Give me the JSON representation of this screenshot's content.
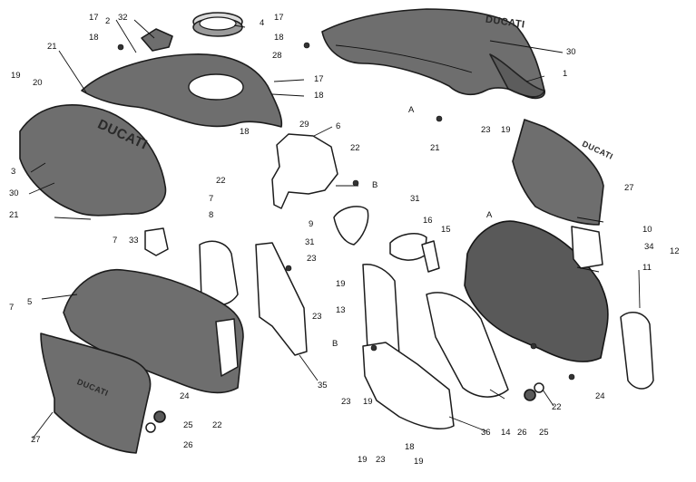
{
  "diagram": {
    "branding": {
      "logo_text": "DUCATI"
    },
    "callouts": [
      {
        "id": "c1",
        "text": "17"
      },
      {
        "id": "c2",
        "text": "2"
      },
      {
        "id": "c3",
        "text": "32"
      },
      {
        "id": "c4",
        "text": "18"
      },
      {
        "id": "c5",
        "text": "4"
      },
      {
        "id": "c6",
        "text": "17"
      },
      {
        "id": "c7",
        "text": "18"
      },
      {
        "id": "c8",
        "text": "30"
      },
      {
        "id": "c9",
        "text": "21"
      },
      {
        "id": "c10",
        "text": "28"
      },
      {
        "id": "c11",
        "text": "1"
      },
      {
        "id": "c12",
        "text": "19"
      },
      {
        "id": "c13",
        "text": "20"
      },
      {
        "id": "c14",
        "text": "17"
      },
      {
        "id": "c15",
        "text": "18"
      },
      {
        "id": "c16",
        "text": "A"
      },
      {
        "id": "c17",
        "text": "29"
      },
      {
        "id": "c18",
        "text": "6"
      },
      {
        "id": "c19",
        "text": "18"
      },
      {
        "id": "c20",
        "text": "23"
      },
      {
        "id": "c21",
        "text": "19"
      },
      {
        "id": "c22",
        "text": "21"
      },
      {
        "id": "c23",
        "text": "3"
      },
      {
        "id": "c24",
        "text": "22"
      },
      {
        "id": "c25",
        "text": "22"
      },
      {
        "id": "c26",
        "text": "B"
      },
      {
        "id": "c27",
        "text": "30"
      },
      {
        "id": "c28",
        "text": "27"
      },
      {
        "id": "c29",
        "text": "21"
      },
      {
        "id": "c30",
        "text": "7"
      },
      {
        "id": "c31",
        "text": "8"
      },
      {
        "id": "c32",
        "text": "31"
      },
      {
        "id": "c33",
        "text": "9"
      },
      {
        "id": "c34",
        "text": "A"
      },
      {
        "id": "c35",
        "text": "10"
      },
      {
        "id": "c36",
        "text": "7"
      },
      {
        "id": "c37",
        "text": "33"
      },
      {
        "id": "c38",
        "text": "31"
      },
      {
        "id": "c39",
        "text": "16"
      },
      {
        "id": "c40",
        "text": "15"
      },
      {
        "id": "c41",
        "text": "34"
      },
      {
        "id": "c42",
        "text": "12"
      },
      {
        "id": "c43",
        "text": "23"
      },
      {
        "id": "c44",
        "text": "11"
      },
      {
        "id": "c45",
        "text": "7"
      },
      {
        "id": "c46",
        "text": "5"
      },
      {
        "id": "c47",
        "text": "19"
      },
      {
        "id": "c48",
        "text": "23"
      },
      {
        "id": "c49",
        "text": "13"
      },
      {
        "id": "c50",
        "text": "B"
      },
      {
        "id": "c51",
        "text": "35"
      },
      {
        "id": "c52",
        "text": "24"
      },
      {
        "id": "c53",
        "text": "22"
      },
      {
        "id": "c54",
        "text": "24"
      },
      {
        "id": "c55",
        "text": "25"
      },
      {
        "id": "c56",
        "text": "23"
      },
      {
        "id": "c57",
        "text": "19"
      },
      {
        "id": "c58",
        "text": "22"
      },
      {
        "id": "c59",
        "text": "27"
      },
      {
        "id": "c60",
        "text": "26"
      },
      {
        "id": "c61",
        "text": "36"
      },
      {
        "id": "c62",
        "text": "14"
      },
      {
        "id": "c63",
        "text": "26"
      },
      {
        "id": "c64",
        "text": "25"
      },
      {
        "id": "c65",
        "text": "18"
      },
      {
        "id": "c66",
        "text": "19"
      },
      {
        "id": "c67",
        "text": "23"
      },
      {
        "id": "c68",
        "text": "19"
      }
    ]
  }
}
